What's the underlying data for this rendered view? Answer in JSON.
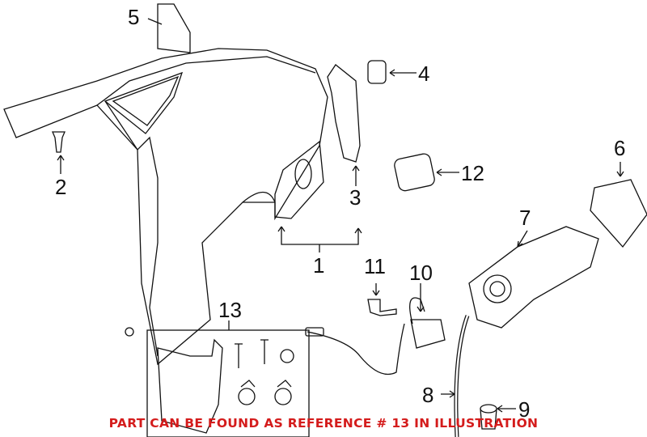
{
  "callouts": {
    "c1": "1",
    "c2": "2",
    "c3": "3",
    "c4": "4",
    "c5": "5",
    "c6": "6",
    "c7": "7",
    "c8": "8",
    "c9": "9",
    "c10": "10",
    "c11": "11",
    "c12": "12",
    "c13": "13"
  },
  "note": "PART CAN BE FOUND AS REFERENCE # 13 IN ILLUSTRATION",
  "colors": {
    "note": "#d41c1c",
    "lines": "#111111"
  }
}
